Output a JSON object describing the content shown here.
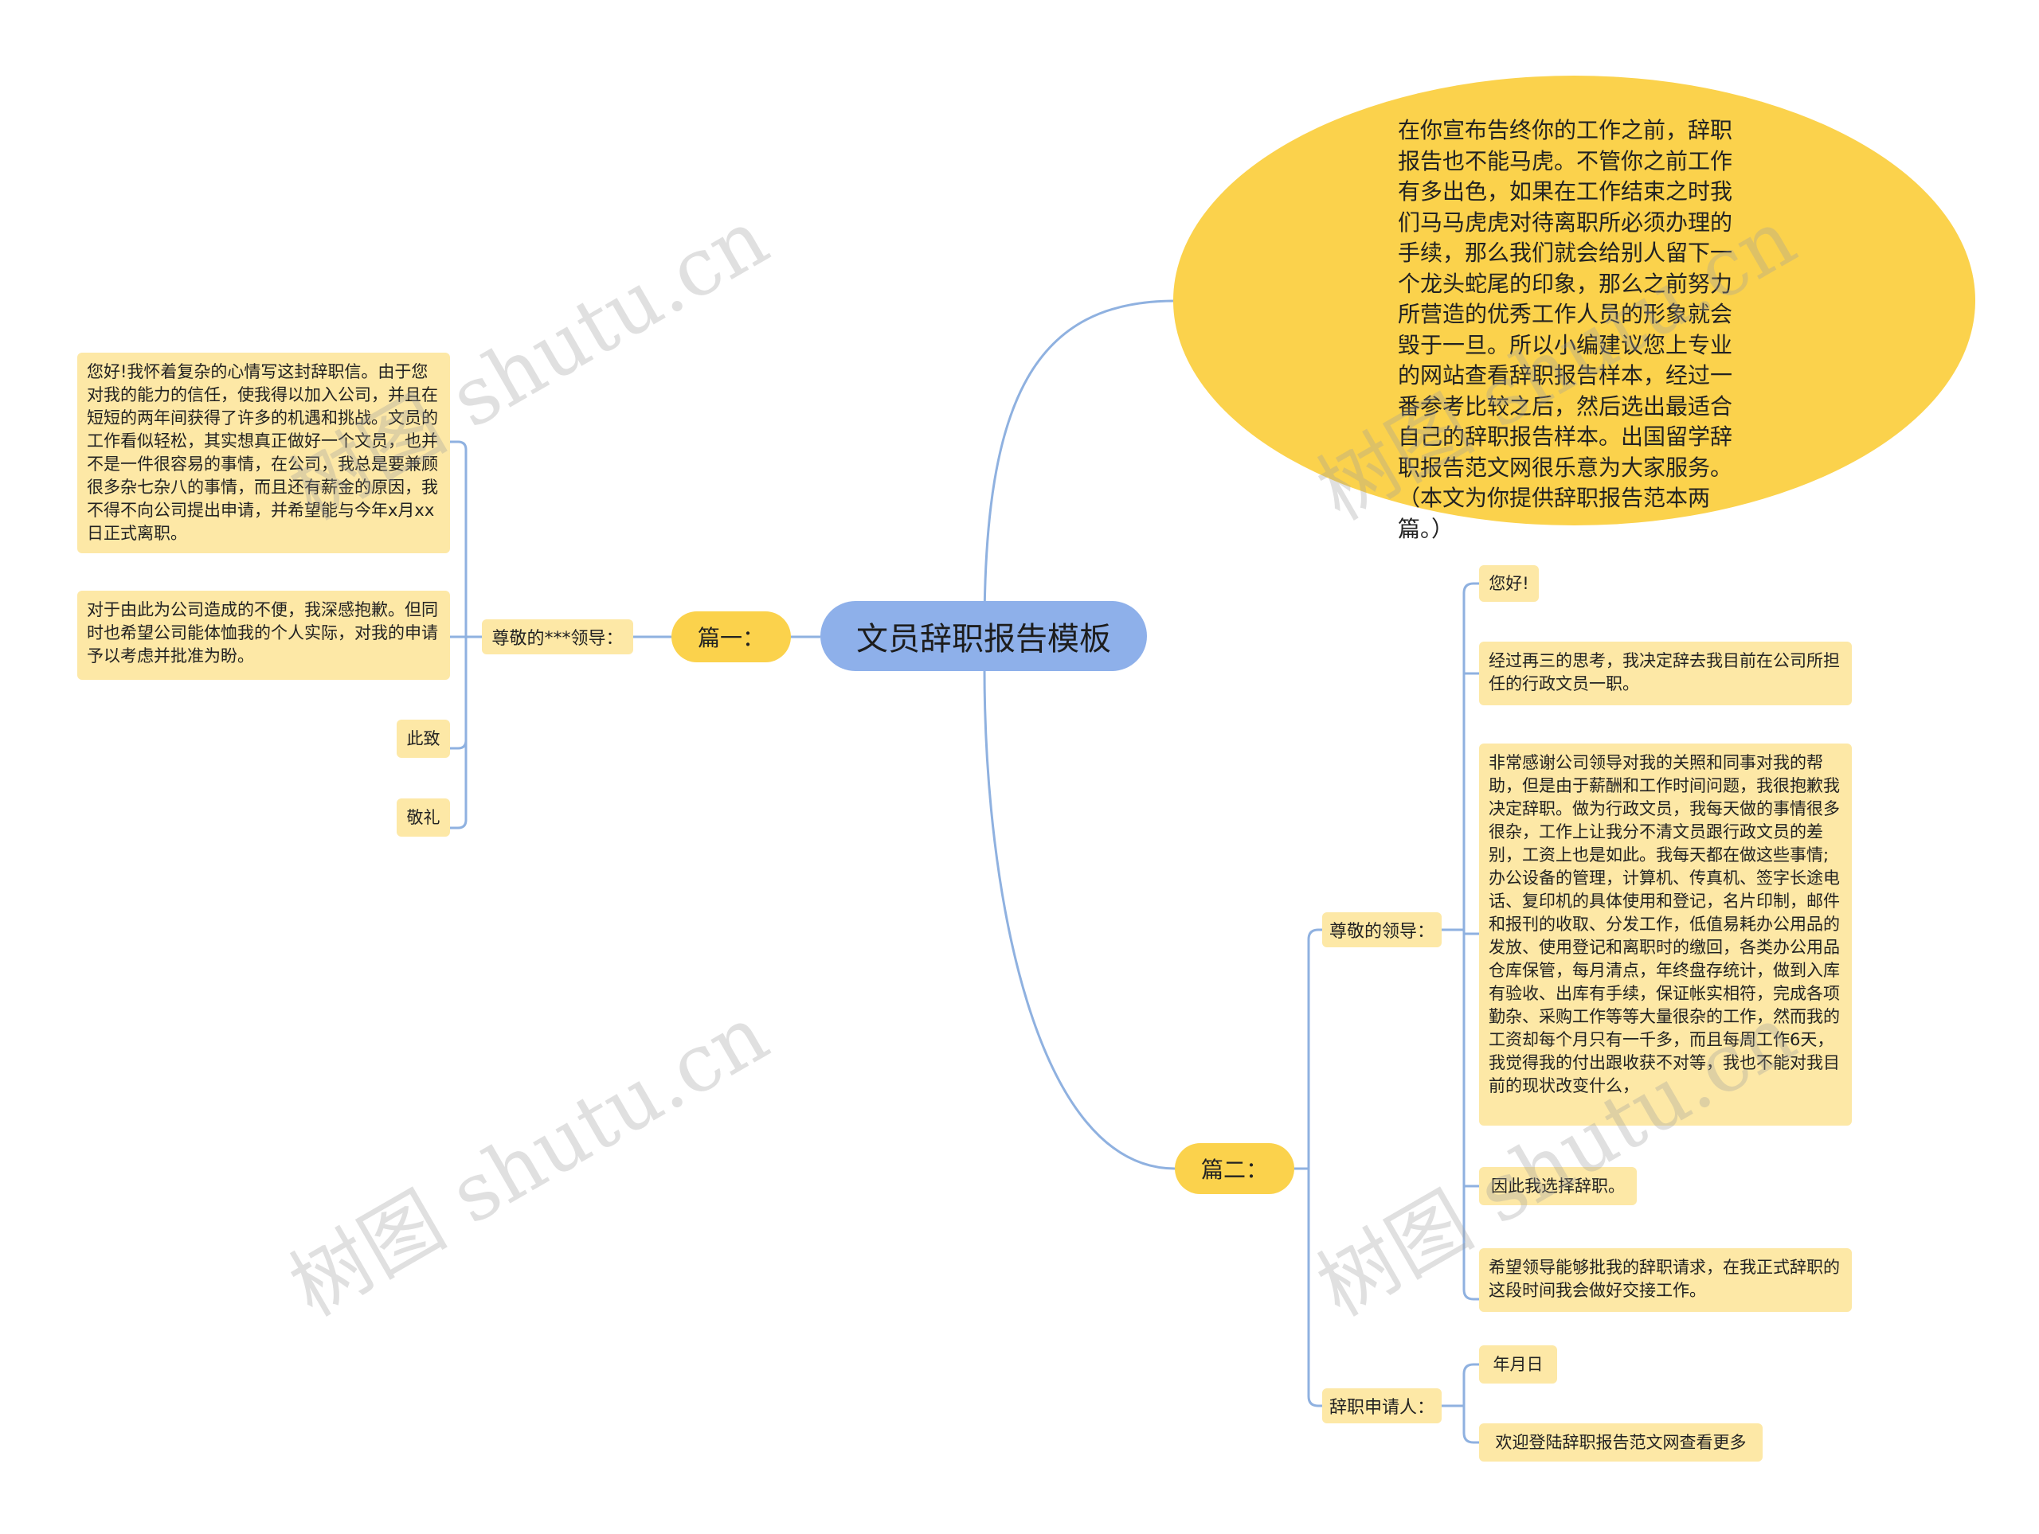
{
  "root": {
    "title": "文员辞职报告模板"
  },
  "intro": {
    "text": "在你宣布告终你的工作之前，辞职报告也不能马虎。不管你之前工作有多出色，如果在工作结束之时我们马马虎虎对待离职所必须办理的手续，那么我们就会给别人留下一个龙头蛇尾的印象，那么之前努力所营造的优秀工作人员的形象就会毁于一旦。所以小编建议您上专业的网站查看辞职报告样本，经过一番参考比较之后，然后选出最适合自己的辞职报告样本。出国留学辞职报告范文网很乐意为大家服务。（本文为你提供辞职报告范本两篇。）"
  },
  "part1": {
    "label": "篇一：",
    "sub_label": "尊敬的***领导：",
    "leaves": [
      "您好!我怀着复杂的心情写这封辞职信。由于您对我的能力的信任，使我得以加入公司，并且在短短的两年间获得了许多的机遇和挑战。文员的工作看似轻松，其实想真正做好一个文员，也并不是一件很容易的事情，在公司，我总是要兼顾很多杂七杂八的事情，而且还有薪金的原因，我不得不向公司提出申请，并希望能与今年x月xx日正式离职。",
      "对于由此为公司造成的不便，我深感抱歉。但同时也希望公司能体恤我的个人实际，对我的申请予以考虑并批准为盼。",
      "此致",
      "敬礼"
    ]
  },
  "part2": {
    "label": "篇二：",
    "sub1": {
      "label": "尊敬的领导：",
      "leaves": [
        "您好!",
        "经过再三的思考，我决定辞去我目前在公司所担任的行政文员一职。",
        "非常感谢公司领导对我的关照和同事对我的帮助，但是由于薪酬和工作时间问题，我很抱歉我决定辞职。做为行政文员，我每天做的事情很多很杂，工作上让我分不清文员跟行政文员的差别，工资上也是如此。我每天都在做这些事情;办公设备的管理，计算机、传真机、签字长途电话、复印机的具体使用和登记，名片印制，邮件和报刊的收取、分发工作，低值易耗办公用品的发放、使用登记和离职时的缴回，各类办公用品仓库保管，每月清点，年终盘存统计，做到入库有验收、出库有手续，保证帐实相符，完成各项勤杂、采购工作等等大量很杂的工作，然而我的工资却每个月只有一千多，而且每周工作6天，我觉得我的付出跟收获不对等，我也不能对我目前的现状改变什么，",
        "因此我选择辞职。",
        "希望领导能够批我的辞职请求，在我正式辞职的这段时间我会做好交接工作。"
      ]
    },
    "sub2": {
      "label": "辞职申请人：",
      "leaves": [
        "年月日",
        "欢迎登陆辞职报告范文网查看更多"
      ]
    }
  },
  "watermark": "树图 shutu.cn",
  "colors": {
    "root": "#8eb0ea",
    "branch": "#fbd24c",
    "leaf": "#fde8a6",
    "line": "#8fb1e0"
  }
}
